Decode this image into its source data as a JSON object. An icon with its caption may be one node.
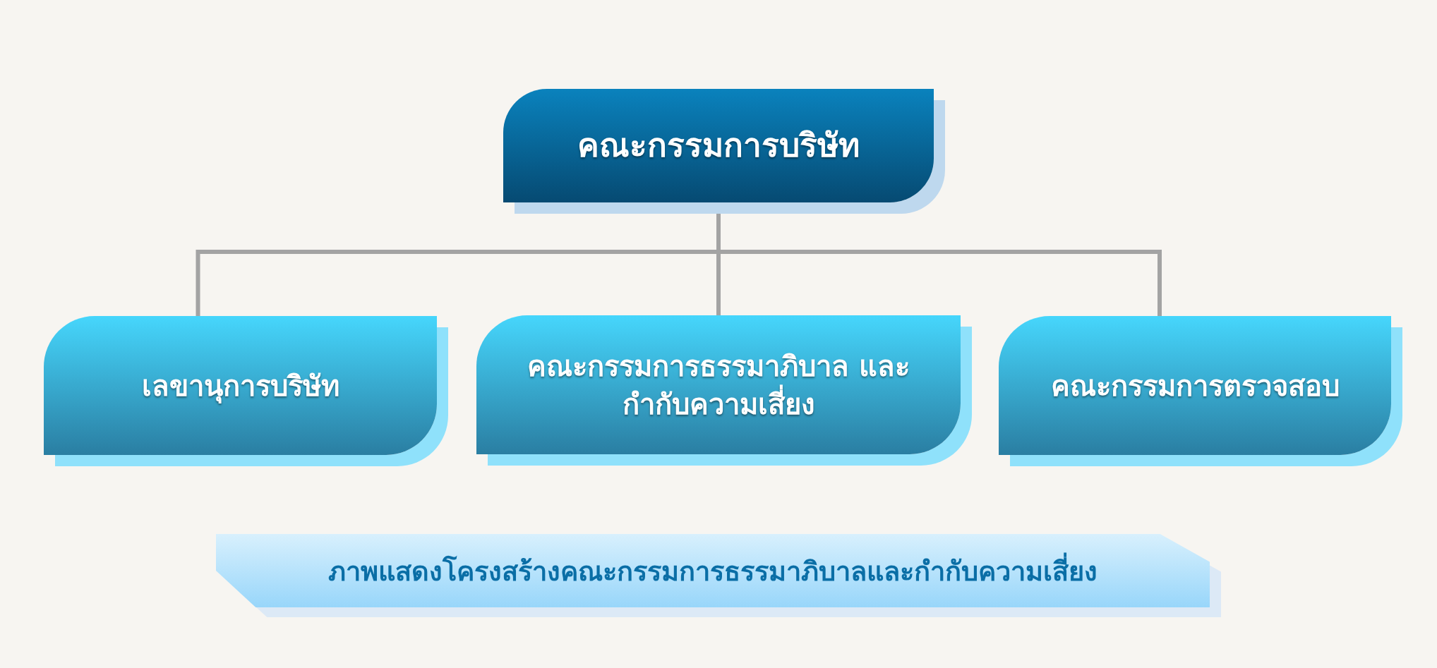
{
  "diagram": {
    "caption": "ภาพแสดงโครงสร้างคณะกรรมการธรรมาภิบาลและกำกับความเสี่ยง",
    "nodes": [
      {
        "text": [
          "คณะกรรมการบริษัท"
        ]
      },
      {
        "text": [
          "เลขานุการบริษัท"
        ]
      },
      {
        "text": [
          "คณะกรรมการธรรมาภิบาล และกำกับความเสี่ยง"
        ]
      },
      {
        "text": [
          "คณะกรรมการตรวจสอบ"
        ]
      }
    ],
    "edges": [
      {
        "from": 0,
        "to": 1,
        "arrow": "none"
      },
      {
        "from": 0,
        "to": 2,
        "arrow": "none"
      },
      {
        "from": 0,
        "to": 3,
        "arrow": "none"
      }
    ]
  }
}
